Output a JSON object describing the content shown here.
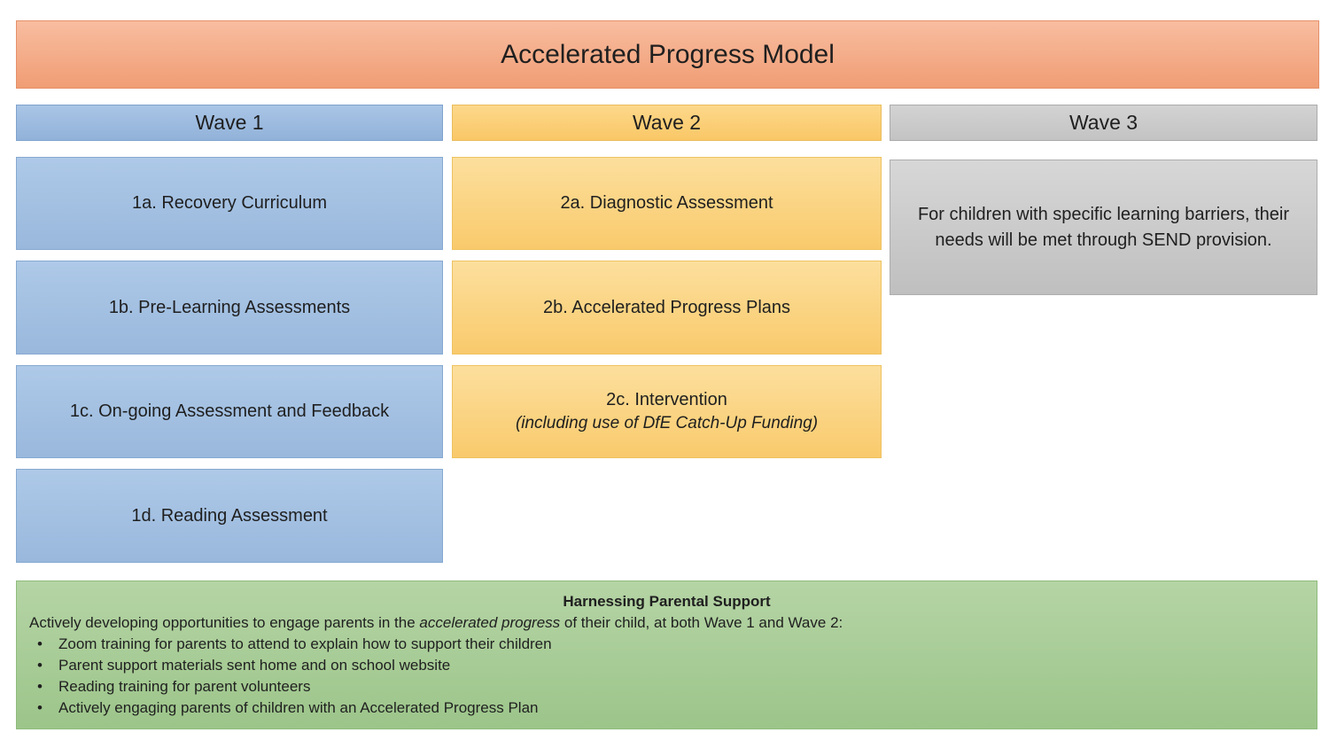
{
  "title": "Accelerated Progress Model",
  "wave1": {
    "header": "Wave 1",
    "box_1a": "1a. Recovery Curriculum",
    "box_1b": "1b. Pre-Learning Assessments",
    "box_1c": "1c. On-going Assessment and Feedback",
    "box_1d": "1d. Reading Assessment"
  },
  "wave2": {
    "header": "Wave 2",
    "box_2a": "2a. Diagnostic Assessment",
    "box_2b": "2b. Accelerated Progress Plans",
    "box_2c_main": "2c. Intervention",
    "box_2c_sub": "(including use of DfE Catch-Up Funding)"
  },
  "wave3": {
    "header": "Wave 3",
    "note": "For children with specific learning barriers, their needs will be met through SEND provision."
  },
  "parental_support": {
    "title": "Harnessing Parental Support",
    "intro_prefix": "Actively developing opportunities to engage parents in the ",
    "intro_italic": "accelerated progress",
    "intro_suffix": " of their child, at both Wave 1 and Wave 2:",
    "bullet_char": "•",
    "bullets": [
      "Zoom training for parents to attend to explain how to support their children",
      "Parent support materials sent home and on school website",
      "Reading training for parent volunteers",
      "Actively engaging parents of children with an Accelerated Progress Plan"
    ]
  },
  "colors": {
    "banner_top": "#f8bda0",
    "banner_bottom": "#f09d74",
    "blue_top": "#aec9e8",
    "blue_bottom": "#99b8dc",
    "yellow_top": "#fcdf9d",
    "yellow_bottom": "#f9ca6c",
    "gray_top": "#d7d7d7",
    "gray_bottom": "#bfbfbf",
    "green_top": "#b5d4a5",
    "green_bottom": "#9cc58a",
    "text": "#1f1f1f"
  }
}
